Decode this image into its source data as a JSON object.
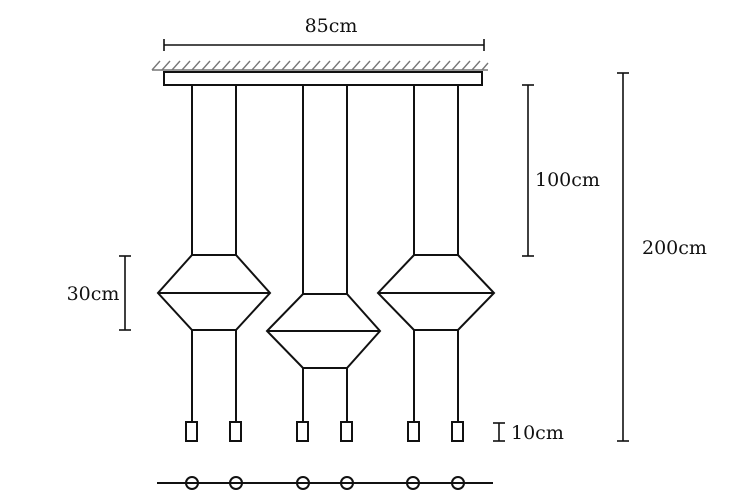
{
  "dimensions": {
    "width_label": "85cm",
    "drop_label": "100cm",
    "total_label": "200cm",
    "shade_label": "30cm",
    "socket_label": "10cm"
  },
  "colors": {
    "stroke": "#111111",
    "hatch": "#777777",
    "background": "#ffffff"
  }
}
